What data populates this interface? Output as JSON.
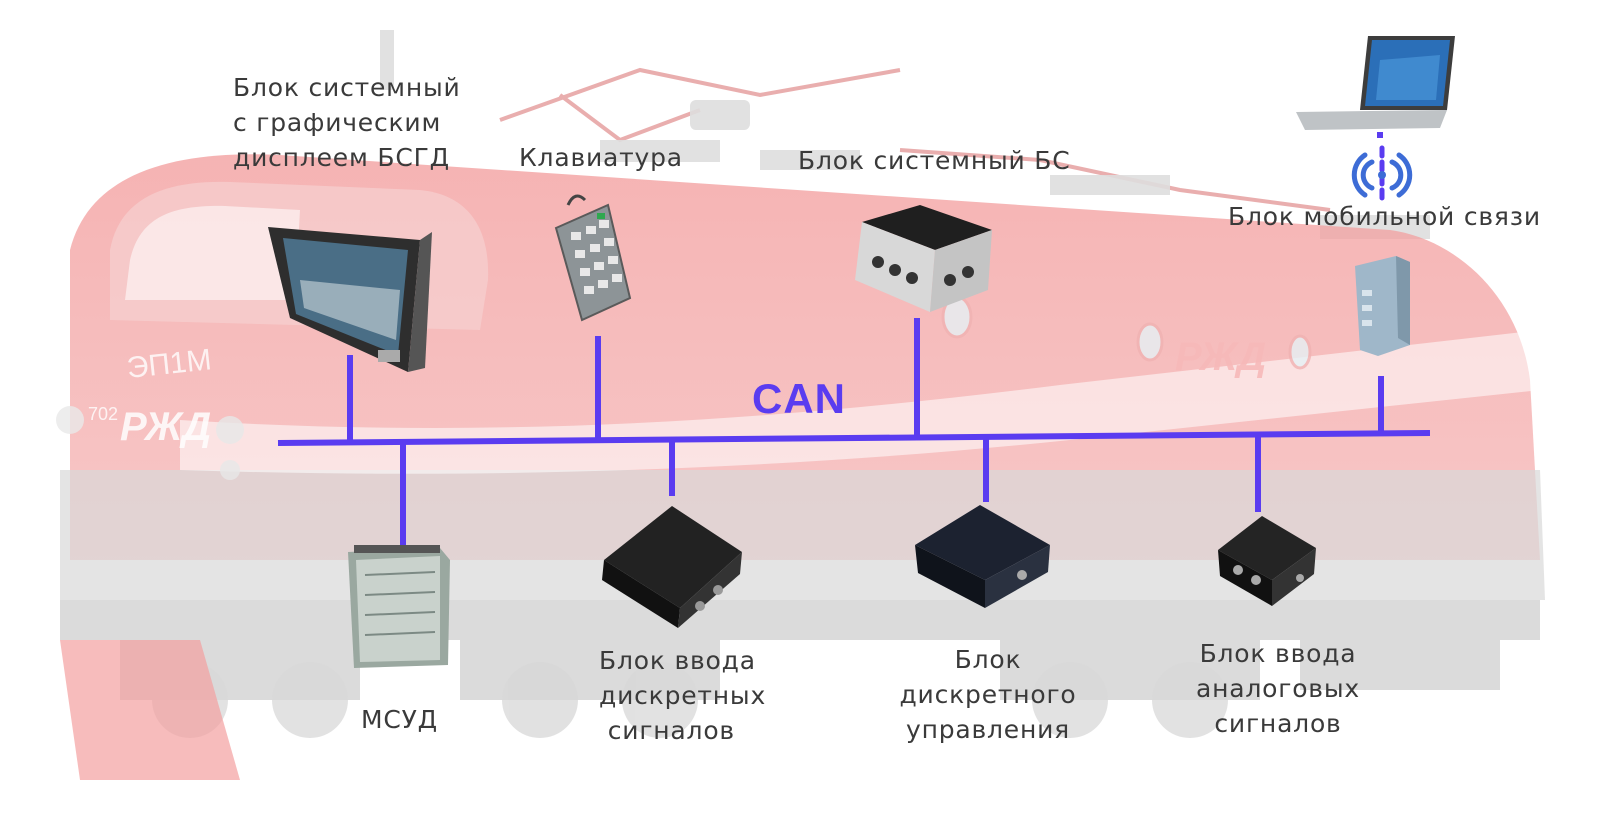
{
  "bus": {
    "label": "CAN",
    "color": "#5a3cf0"
  },
  "devices": {
    "bsgd": {
      "label": "Блок системный\nс графическим\nдисплеем БСГД",
      "icon": "display-unit-icon"
    },
    "keyboard": {
      "label": "Клавиатура",
      "icon": "keypad-icon"
    },
    "bs": {
      "label": "Блок системный БС",
      "icon": "system-unit-icon"
    },
    "mobile": {
      "label": "Блок мобильной связи",
      "icon": "mobile-comm-unit-icon"
    },
    "laptop": {
      "icon": "laptop-icon"
    },
    "wireless": {
      "icon": "wireless-signal-icon"
    },
    "msud": {
      "label": "МСУД",
      "icon": "control-cabinet-icon"
    },
    "discrete_input": {
      "label": "Блок ввода\nдискретных\n сигналов",
      "icon": "discrete-input-box-icon"
    },
    "discrete_control": {
      "label": "Блок\nдискретного\nуправления",
      "icon": "discrete-control-box-icon"
    },
    "analog_input": {
      "label": "Блок ввода\nаналоговых\nсигналов",
      "icon": "analog-input-box-icon"
    }
  },
  "locomotive": {
    "model_text": "ЭП1М",
    "number_text": "702",
    "logo_text": "РЖД",
    "colors": {
      "body": "#f4a6a6",
      "stripe": "#f7c7c7",
      "grey": "#d6d6d6"
    }
  }
}
